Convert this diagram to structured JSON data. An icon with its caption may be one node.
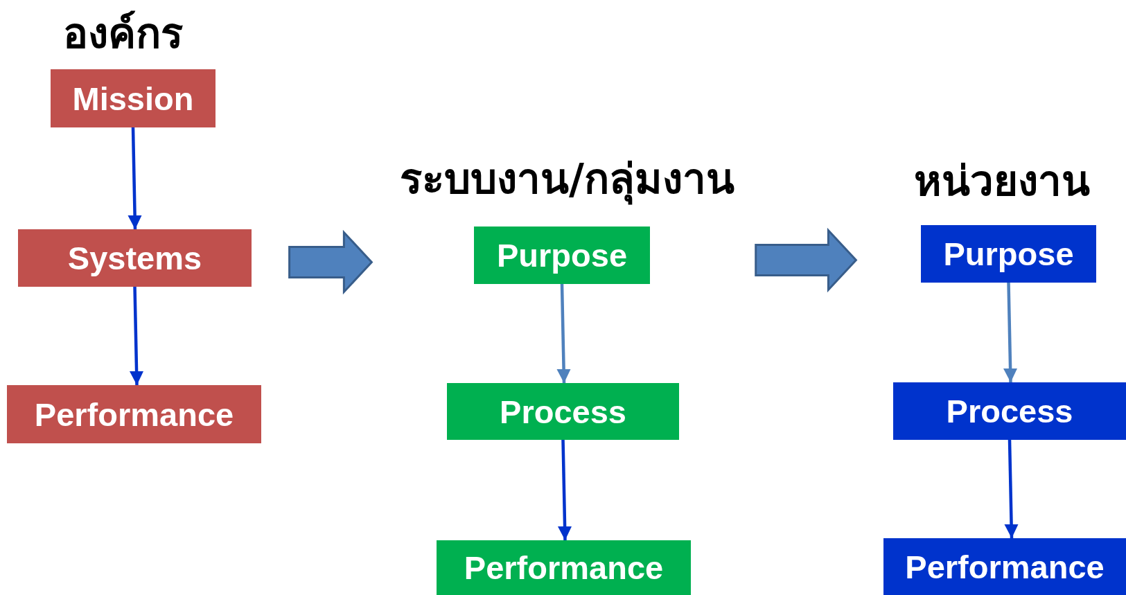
{
  "diagram": {
    "nodes": [
      {
        "text": [
          "Mission"
        ],
        "beside": [
          "องค์กร"
        ]
      },
      {
        "text": [
          "Systems"
        ]
      },
      {
        "text": [
          "Performance"
        ]
      },
      {
        "text": [
          "Purpose"
        ],
        "beside": [
          "ระบบงาน/กลุ่มงาน"
        ]
      },
      {
        "text": [
          "Process"
        ]
      },
      {
        "text": [
          "Performance"
        ]
      },
      {
        "text": [
          "Purpose"
        ],
        "beside": [
          "หน่วยงาน"
        ]
      },
      {
        "text": [
          "Process"
        ]
      },
      {
        "text": [
          "Performance"
        ]
      }
    ],
    "edges": [
      {
        "from": 0,
        "to": 1,
        "arrow": "to"
      },
      {
        "from": 1,
        "to": 2,
        "arrow": "to"
      },
      {
        "from": 1,
        "to": 3,
        "arrow": "to",
        "style": "thick",
        "color": "#4f81bd"
      },
      {
        "from": 3,
        "to": 4,
        "arrow": "to",
        "color": "#4f81bd"
      },
      {
        "from": 4,
        "to": 5,
        "arrow": "to"
      },
      {
        "from": 3,
        "to": 6,
        "arrow": "to",
        "style": "thick",
        "color": "#4f81bd"
      },
      {
        "from": 6,
        "to": 7,
        "arrow": "to",
        "color": "#4f81bd"
      },
      {
        "from": 7,
        "to": 8,
        "arrow": "to"
      }
    ]
  }
}
